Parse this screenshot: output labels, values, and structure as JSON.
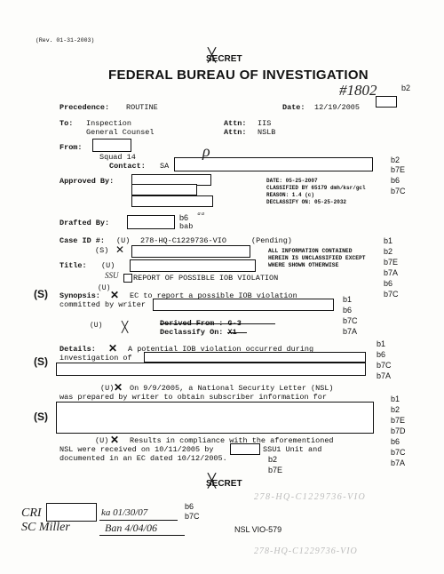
{
  "header": {
    "rev": "(Rev. 01-31-2003)",
    "classification": "SECRET",
    "agency": "FEDERAL BUREAU OF INVESTIGATION",
    "serial": "#1802"
  },
  "fields": {
    "precedence_label": "Precedence:",
    "precedence": "ROUTINE",
    "date_label": "Date:",
    "date": "12/19/2005",
    "to_label": "To:",
    "to_1": "Inspection",
    "to_2": "General Counsel",
    "attn_label": "Attn:",
    "attn_1": "IIS",
    "attn_2": "NSLB",
    "from_label": "From:",
    "squad": "Squad 14",
    "contact_label": "Contact:",
    "contact": "SA",
    "approved_label": "Approved By:",
    "drafted_label": "Drafted By:",
    "drafted_suffix": "bab",
    "caseid_label": "Case ID #:",
    "caseid_u": "(U)",
    "caseid": "278-HQ-C1229736-VIO",
    "pending": "(Pending)",
    "caseid_s": "(S)",
    "title_label": "Title:",
    "title_u": "(U)",
    "title_sub": "SSU",
    "title_text": "REPORT OF POSSIBLE IOB VIOLATION",
    "synopsis_label": "Synopsis:",
    "synopsis_text": "EC to report a possible IOB violation",
    "synopsis_text2": "committed by writer",
    "derived": "Derived From : G-3",
    "declassify": "Declassify On: X1"
  },
  "classification_block": {
    "date": "DATE: 05-25-2007",
    "classified_by": "CLASSIFIED BY 65179 dmh/ksr/gcl",
    "reason": "REASON: 1.4 (c)",
    "declassify_on": "DECLASSIFY ON: 05-25-2032"
  },
  "stamp": {
    "line1": "ALL INFORMATION CONTAINED",
    "line2": "HEREIN IS UNCLASSIFIED EXCEPT",
    "line3": "WHERE SHOWN OTHERWISE"
  },
  "body": {
    "details_label": "Details:",
    "details_text": "A potential IOB violation occurred during",
    "details_text2": "investigation of",
    "p2_marker": "(U)",
    "p2_text": "On 9/9/2005, a National Security Letter (NSL)",
    "p2_text2": "was prepared by writer to obtain subscriber information for",
    "p3_marker": "(U)",
    "p3_text": "Results in compliance with the aforementioned",
    "p3_text2": "NSL were received on 10/11/2005 by",
    "p3_text2b": "SSU1 Unit and",
    "p3_text3": "documented in an EC dated 10/12/2005."
  },
  "markings": {
    "s": "(S)",
    "u": "(U)",
    "b2": "b2"
  },
  "exemptions": {
    "top": "b2",
    "contact": [
      "b2",
      "b7E",
      "b6",
      "b7C"
    ],
    "drafted": "b6",
    "stamp_side": [
      "b1",
      "b2",
      "b7E",
      "b7A",
      "b6",
      "b7C"
    ],
    "synopsis": [
      "b1",
      "b6",
      "b7C",
      "b7A"
    ],
    "details": [
      "b1",
      "b6",
      "b7C",
      "b7A"
    ],
    "nsl": [
      "b1",
      "b2",
      "b7E",
      "b7D",
      "b6",
      "b7C",
      "b7A"
    ],
    "results": [
      "b2",
      "b7E"
    ],
    "footer": [
      "b6",
      "b7C"
    ]
  },
  "footer": {
    "classification": "SECRET",
    "sig1": "CRI",
    "sig2": "SC Miller",
    "init1": "ka 01/30/07",
    "init2": "Ban 4/04/06",
    "nsl": "NSL VIO-579",
    "scrawl1": "278-HQ-C1229736-VIO",
    "scrawl2": "278-HQ-C1229736-VIO"
  }
}
